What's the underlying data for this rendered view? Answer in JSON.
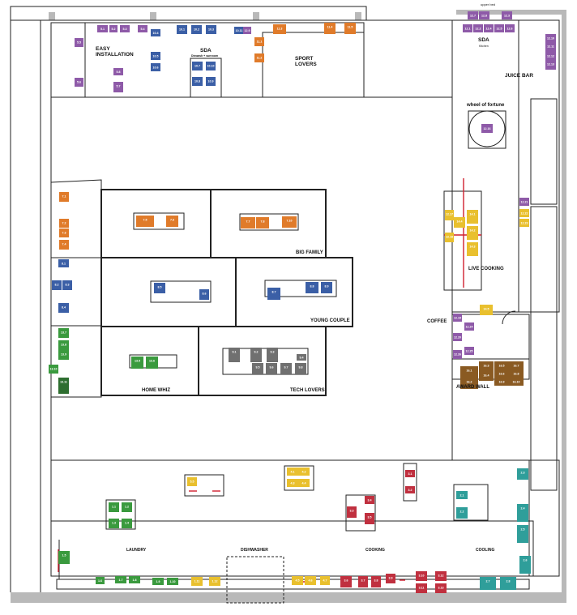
{
  "zones": {
    "easy_installation": "EASY\nINSTALLATION",
    "sda": "SDA",
    "sda_sub": "Diswash + sunroom",
    "sport_lovers": "SPORT\nLOVERS",
    "upper_bed": "upper bed",
    "sda_right": "SDA",
    "sda_right_sub": "Kitchen",
    "juice_bar": "JUICE BAR",
    "wheel_of_fortune": "wheel of fortune",
    "wheel_code": "12.16",
    "big_family": "BIG FAMILY",
    "young_couple": "YOUNG COUPLE",
    "home_whiz": "HOME WHIZ",
    "tech_lovers": "TECH LOVERS",
    "live_cooking": "LIVE COOKING",
    "coffee": "COFFEE",
    "award_wall": "AWARD WALL",
    "laundry": "LAUNDRY",
    "dishwasher": "DISHWASHER",
    "cooking": "COOKING",
    "cooling": "COOLING"
  },
  "colors": {
    "purple": "#8e5aa8",
    "blue": "#3b5fa6",
    "orange": "#e07b2a",
    "yellow": "#e9c02e",
    "green": "#3a9a3e",
    "darkgreen": "#2e6e30",
    "gray": "#707070",
    "red": "#c0303f",
    "teal": "#2f9e9a",
    "brown": "#8a5a22",
    "wall": "#b9b9b9"
  },
  "stands": [
    {
      "c": "purple",
      "t": "5.1",
      "g": [
        120,
        31,
        13,
        9
      ]
    },
    {
      "c": "purple",
      "t": "5.2",
      "g": [
        135,
        31,
        10,
        9
      ]
    },
    {
      "c": "purple",
      "t": "5.3",
      "g": [
        148,
        31,
        12,
        9
      ]
    },
    {
      "c": "purple",
      "t": "5.4",
      "g": [
        170,
        31,
        12,
        9
      ]
    },
    {
      "c": "purple",
      "t": "5.5",
      "g": [
        92,
        47,
        11,
        11
      ]
    },
    {
      "c": "purple",
      "t": "5.6",
      "g": [
        92,
        96,
        11,
        11
      ]
    },
    {
      "c": "purple",
      "t": "5.7",
      "g": [
        140,
        101,
        12,
        13
      ]
    },
    {
      "c": "purple",
      "t": "5.8",
      "g": [
        140,
        84,
        12,
        9
      ]
    },
    {
      "c": "blue",
      "t": "10.1",
      "g": [
        218,
        31,
        13,
        11
      ]
    },
    {
      "c": "blue",
      "t": "10.2",
      "g": [
        236,
        31,
        13,
        11
      ]
    },
    {
      "c": "blue",
      "t": "10.3",
      "g": [
        254,
        31,
        13,
        11
      ]
    },
    {
      "c": "blue",
      "t": "10.4",
      "g": [
        186,
        36,
        12,
        9
      ]
    },
    {
      "c": "blue",
      "t": "10.5",
      "g": [
        186,
        64,
        12,
        10
      ]
    },
    {
      "c": "blue",
      "t": "10.6",
      "g": [
        186,
        78,
        12,
        10
      ]
    },
    {
      "c": "blue",
      "t": "10.7",
      "g": [
        237,
        76,
        13,
        11
      ]
    },
    {
      "c": "blue",
      "t": "10.8",
      "g": [
        237,
        95,
        13,
        11
      ]
    },
    {
      "c": "blue",
      "t": "10.9",
      "g": [
        254,
        95,
        12,
        11
      ]
    },
    {
      "c": "blue",
      "t": "10.10",
      "g": [
        254,
        76,
        12,
        11
      ]
    },
    {
      "c": "blue",
      "t": "10.11",
      "g": [
        289,
        33,
        12,
        9
      ]
    },
    {
      "c": "purple",
      "t": "12.9",
      "g": [
        300,
        33,
        10,
        9
      ]
    },
    {
      "c": "orange",
      "t": "11.1",
      "g": [
        314,
        46,
        12,
        11
      ]
    },
    {
      "c": "orange",
      "t": "11.2",
      "g": [
        314,
        66,
        12,
        11
      ]
    },
    {
      "c": "orange",
      "t": "11.3",
      "g": [
        337,
        30,
        16,
        12
      ]
    },
    {
      "c": "orange",
      "t": "11.4",
      "g": [
        400,
        28,
        14,
        14
      ]
    },
    {
      "c": "orange",
      "t": "11.5",
      "g": [
        425,
        28,
        14,
        14
      ]
    },
    {
      "c": "purple",
      "t": "12.7",
      "g": [
        577,
        14,
        13,
        10
      ]
    },
    {
      "c": "purple",
      "t": "12.8",
      "g": [
        591,
        14,
        13,
        10
      ]
    },
    {
      "c": "purple",
      "t": "12.3",
      "g": [
        619,
        14,
        13,
        10
      ]
    },
    {
      "c": "purple",
      "t": "12.1",
      "g": [
        571,
        30,
        12,
        10
      ]
    },
    {
      "c": "purple",
      "t": "12.2",
      "g": [
        584,
        30,
        12,
        10
      ]
    },
    {
      "c": "purple",
      "t": "12.4",
      "g": [
        597,
        30,
        12,
        10
      ]
    },
    {
      "c": "purple",
      "t": "12.5",
      "g": [
        610,
        30,
        12,
        10
      ]
    },
    {
      "c": "purple",
      "t": "12.6",
      "g": [
        623,
        30,
        12,
        10
      ]
    },
    {
      "c": "purple",
      "t": "12.10",
      "g": [
        673,
        42,
        13,
        12
      ]
    },
    {
      "c": "purple",
      "t": "12.11",
      "g": [
        673,
        52,
        13,
        12
      ]
    },
    {
      "c": "purple",
      "t": "12.12",
      "g": [
        673,
        64,
        13,
        12
      ]
    },
    {
      "c": "purple",
      "t": "12.13",
      "g": [
        673,
        74,
        13,
        12
      ]
    },
    {
      "c": "orange",
      "t": "7.1",
      "g": [
        73,
        237,
        12,
        12
      ]
    },
    {
      "c": "orange",
      "t": "7.2",
      "g": [
        73,
        270,
        12,
        11
      ]
    },
    {
      "c": "orange",
      "t": "7.3",
      "g": [
        73,
        282,
        12,
        11
      ]
    },
    {
      "c": "orange",
      "t": "7.4",
      "g": [
        73,
        296,
        12,
        12
      ]
    },
    {
      "c": "orange",
      "t": "7.5",
      "g": [
        168,
        266,
        22,
        14
      ]
    },
    {
      "c": "orange",
      "t": "7.6",
      "g": [
        205,
        266,
        15,
        14
      ]
    },
    {
      "c": "orange",
      "t": "7.7",
      "g": [
        297,
        268,
        18,
        14
      ]
    },
    {
      "c": "orange",
      "t": "7.8",
      "g": [
        316,
        268,
        16,
        14
      ]
    },
    {
      "c": "orange",
      "t": "7.10",
      "g": [
        348,
        267,
        18,
        14
      ]
    },
    {
      "c": "blue",
      "t": "8.1",
      "g": [
        72,
        320,
        13,
        10
      ]
    },
    {
      "c": "blue",
      "t": "8.2",
      "g": [
        64,
        346,
        12,
        12
      ]
    },
    {
      "c": "blue",
      "t": "8.3",
      "g": [
        77,
        346,
        12,
        12
      ]
    },
    {
      "c": "blue",
      "t": "8.4",
      "g": [
        72,
        374,
        13,
        12
      ]
    },
    {
      "c": "blue",
      "t": "8.5",
      "g": [
        190,
        349,
        14,
        13
      ]
    },
    {
      "c": "blue",
      "t": "8.6",
      "g": [
        246,
        357,
        12,
        13
      ]
    },
    {
      "c": "blue",
      "t": "8.7",
      "g": [
        330,
        355,
        16,
        15
      ]
    },
    {
      "c": "blue",
      "t": "8.8",
      "g": [
        377,
        348,
        16,
        14
      ]
    },
    {
      "c": "blue",
      "t": "8.9",
      "g": [
        396,
        348,
        14,
        14
      ]
    },
    {
      "c": "green",
      "t": "13.7",
      "g": [
        72,
        405,
        13,
        12
      ]
    },
    {
      "c": "green",
      "t": "13.8",
      "g": [
        72,
        420,
        13,
        12
      ]
    },
    {
      "c": "green",
      "t": "13.9",
      "g": [
        72,
        432,
        13,
        12
      ]
    },
    {
      "c": "green",
      "t": "13.10",
      "g": [
        60,
        450,
        12,
        11
      ]
    },
    {
      "c": "darkgreen",
      "t": "13.11",
      "g": [
        72,
        466,
        13,
        20
      ]
    },
    {
      "c": "green",
      "t": "13.5",
      "g": [
        162,
        440,
        15,
        15
      ]
    },
    {
      "c": "green",
      "t": "13.6",
      "g": [
        180,
        440,
        15,
        15
      ]
    },
    {
      "c": "gray",
      "t": "9.1",
      "g": [
        282,
        429,
        14,
        18
      ]
    },
    {
      "c": "gray",
      "t": "9.2",
      "g": [
        309,
        429,
        14,
        18
      ]
    },
    {
      "c": "gray",
      "t": "9.3",
      "g": [
        329,
        429,
        14,
        18
      ]
    },
    {
      "c": "gray",
      "t": "9.4",
      "g": [
        366,
        437,
        12,
        8
      ]
    },
    {
      "c": "gray",
      "t": "9.5",
      "g": [
        311,
        448,
        14,
        14
      ]
    },
    {
      "c": "gray",
      "t": "9.6",
      "g": [
        328,
        448,
        14,
        14
      ]
    },
    {
      "c": "gray",
      "t": "9.7",
      "g": [
        346,
        448,
        14,
        14
      ]
    },
    {
      "c": "gray",
      "t": "9.8",
      "g": [
        364,
        448,
        14,
        14
      ]
    },
    {
      "c": "yellow",
      "t": "12.17",
      "g": [
        549,
        259,
        11,
        13
      ]
    },
    {
      "c": "yellow",
      "t": "12.18",
      "g": [
        549,
        287,
        11,
        12
      ]
    },
    {
      "c": "yellow",
      "t": "14.1",
      "g": [
        576,
        259,
        14,
        17
      ]
    },
    {
      "c": "yellow",
      "t": "14.2",
      "g": [
        576,
        279,
        14,
        17
      ]
    },
    {
      "c": "yellow",
      "t": "14.3",
      "g": [
        576,
        299,
        14,
        17
      ]
    },
    {
      "c": "yellow",
      "t": "14.4",
      "g": [
        560,
        268,
        14,
        13
      ]
    },
    {
      "c": "yellow",
      "t": "14.5",
      "g": [
        592,
        376,
        16,
        13
      ]
    },
    {
      "c": "purple",
      "t": "12.21",
      "g": [
        641,
        244,
        12,
        10
      ]
    },
    {
      "c": "yellow",
      "t": "12.22",
      "g": [
        641,
        258,
        12,
        10
      ]
    },
    {
      "c": "yellow",
      "t": "12.23",
      "g": [
        641,
        270,
        12,
        10
      ]
    },
    {
      "c": "purple",
      "t": "12.19",
      "g": [
        559,
        387,
        11,
        10
      ]
    },
    {
      "c": "purple",
      "t": "12.20",
      "g": [
        559,
        411,
        11,
        10
      ]
    },
    {
      "c": "purple",
      "t": "12.24",
      "g": [
        573,
        398,
        12,
        10
      ]
    },
    {
      "c": "purple",
      "t": "12.25",
      "g": [
        573,
        428,
        12,
        10
      ]
    },
    {
      "c": "purple",
      "t": "12.26",
      "g": [
        559,
        432,
        11,
        11
      ]
    },
    {
      "c": "brown",
      "t": "16.1",
      "g": [
        568,
        452,
        22,
        14
      ]
    },
    {
      "c": "brown",
      "t": "16.2",
      "g": [
        568,
        466,
        22,
        14
      ]
    },
    {
      "c": "brown",
      "t": "16.3",
      "g": [
        591,
        446,
        18,
        12
      ]
    },
    {
      "c": "brown",
      "t": "16.4",
      "g": [
        591,
        458,
        18,
        12
      ]
    },
    {
      "c": "brown",
      "t": "16.5",
      "g": [
        610,
        446,
        18,
        10
      ]
    },
    {
      "c": "brown",
      "t": "16.6",
      "g": [
        610,
        456,
        18,
        10
      ]
    },
    {
      "c": "brown",
      "t": "16.7",
      "g": [
        628,
        446,
        18,
        10
      ]
    },
    {
      "c": "brown",
      "t": "16.8",
      "g": [
        628,
        456,
        18,
        10
      ]
    },
    {
      "c": "brown",
      "t": "16.9",
      "g": [
        610,
        466,
        18,
        10
      ]
    },
    {
      "c": "brown",
      "t": "16.10",
      "g": [
        628,
        466,
        18,
        10
      ]
    },
    {
      "c": "yellow",
      "t": "5.5",
      "g": [
        231,
        589,
        12,
        11
      ]
    },
    {
      "c": "yellow",
      "t": "4.1",
      "g": [
        354,
        577,
        14,
        10
      ]
    },
    {
      "c": "yellow",
      "t": "4.2",
      "g": [
        368,
        577,
        14,
        10
      ]
    },
    {
      "c": "yellow",
      "t": "4.3",
      "g": [
        354,
        591,
        14,
        10
      ]
    },
    {
      "c": "yellow",
      "t": "4.4",
      "g": [
        368,
        591,
        14,
        10
      ]
    },
    {
      "c": "green",
      "t": "1.1",
      "g": [
        134,
        620,
        13,
        12
      ]
    },
    {
      "c": "green",
      "t": "1.2",
      "g": [
        150,
        620,
        13,
        12
      ]
    },
    {
      "c": "green",
      "t": "1.3",
      "g": [
        134,
        640,
        13,
        12
      ]
    },
    {
      "c": "green",
      "t": "1.4",
      "g": [
        150,
        640,
        13,
        12
      ]
    },
    {
      "c": "red",
      "t": "3.1",
      "g": [
        500,
        580,
        12,
        9
      ]
    },
    {
      "c": "red",
      "t": "3.2",
      "g": [
        500,
        600,
        12,
        9
      ]
    },
    {
      "c": "red",
      "t": "3.3",
      "g": [
        428,
        625,
        12,
        14
      ]
    },
    {
      "c": "red",
      "t": "3.4",
      "g": [
        450,
        612,
        12,
        10
      ]
    },
    {
      "c": "red",
      "t": "3.5",
      "g": [
        450,
        633,
        12,
        14
      ]
    },
    {
      "c": "teal",
      "t": "2.1",
      "g": [
        563,
        606,
        14,
        10
      ]
    },
    {
      "c": "teal",
      "t": "2.2",
      "g": [
        563,
        626,
        14,
        14
      ]
    },
    {
      "c": "teal",
      "t": "2.3",
      "g": [
        638,
        578,
        14,
        14
      ]
    },
    {
      "c": "teal",
      "t": "2.4",
      "g": [
        638,
        622,
        14,
        22
      ]
    },
    {
      "c": "teal",
      "t": "2.5",
      "g": [
        638,
        648,
        14,
        22
      ]
    },
    {
      "c": "teal",
      "t": "2.6",
      "g": [
        641,
        686,
        14,
        22
      ]
    },
    {
      "c": "green",
      "t": "1.5",
      "g": [
        72,
        680,
        14,
        16
      ]
    },
    {
      "c": "green",
      "t": "1.6",
      "g": [
        118,
        712,
        11,
        9
      ]
    },
    {
      "c": "green",
      "t": "1.7",
      "g": [
        142,
        711,
        14,
        9
      ]
    },
    {
      "c": "green",
      "t": "1.8",
      "g": [
        159,
        711,
        14,
        9
      ]
    },
    {
      "c": "green",
      "t": "1.9",
      "g": [
        188,
        713,
        14,
        9
      ]
    },
    {
      "c": "green",
      "t": "1.10",
      "g": [
        206,
        713,
        14,
        9
      ]
    },
    {
      "c": "yellow",
      "t": "1.11",
      "g": [
        236,
        712,
        14,
        11
      ]
    },
    {
      "c": "yellow",
      "t": "1.12",
      "g": [
        258,
        712,
        14,
        11
      ]
    },
    {
      "c": "yellow",
      "t": "4.5",
      "g": [
        360,
        711,
        14,
        11
      ]
    },
    {
      "c": "yellow",
      "t": "4.6",
      "g": [
        376,
        711,
        14,
        11
      ]
    },
    {
      "c": "yellow",
      "t": "4.7",
      "g": [
        395,
        711,
        12,
        11
      ]
    },
    {
      "c": "red",
      "t": "3.6",
      "g": [
        420,
        711,
        14,
        14
      ]
    },
    {
      "c": "red",
      "t": "3.7",
      "g": [
        442,
        711,
        12,
        14
      ]
    },
    {
      "c": "red",
      "t": "3.8",
      "g": [
        458,
        711,
        12,
        14
      ]
    },
    {
      "c": "red",
      "t": "3.9",
      "g": [
        476,
        708,
        12,
        12
      ]
    },
    {
      "c": "red",
      "t": "3.10",
      "g": [
        513,
        705,
        14,
        12
      ]
    },
    {
      "c": "red",
      "t": "3.11",
      "g": [
        513,
        720,
        14,
        12
      ]
    },
    {
      "c": "red",
      "t": "3.12",
      "g": [
        537,
        705,
        14,
        12
      ]
    },
    {
      "c": "red",
      "t": "3.13",
      "g": [
        537,
        720,
        14,
        12
      ]
    },
    {
      "c": "teal",
      "t": "2.7",
      "g": [
        592,
        712,
        20,
        16
      ]
    },
    {
      "c": "teal",
      "t": "2.8",
      "g": [
        617,
        712,
        20,
        16
      ]
    }
  ]
}
